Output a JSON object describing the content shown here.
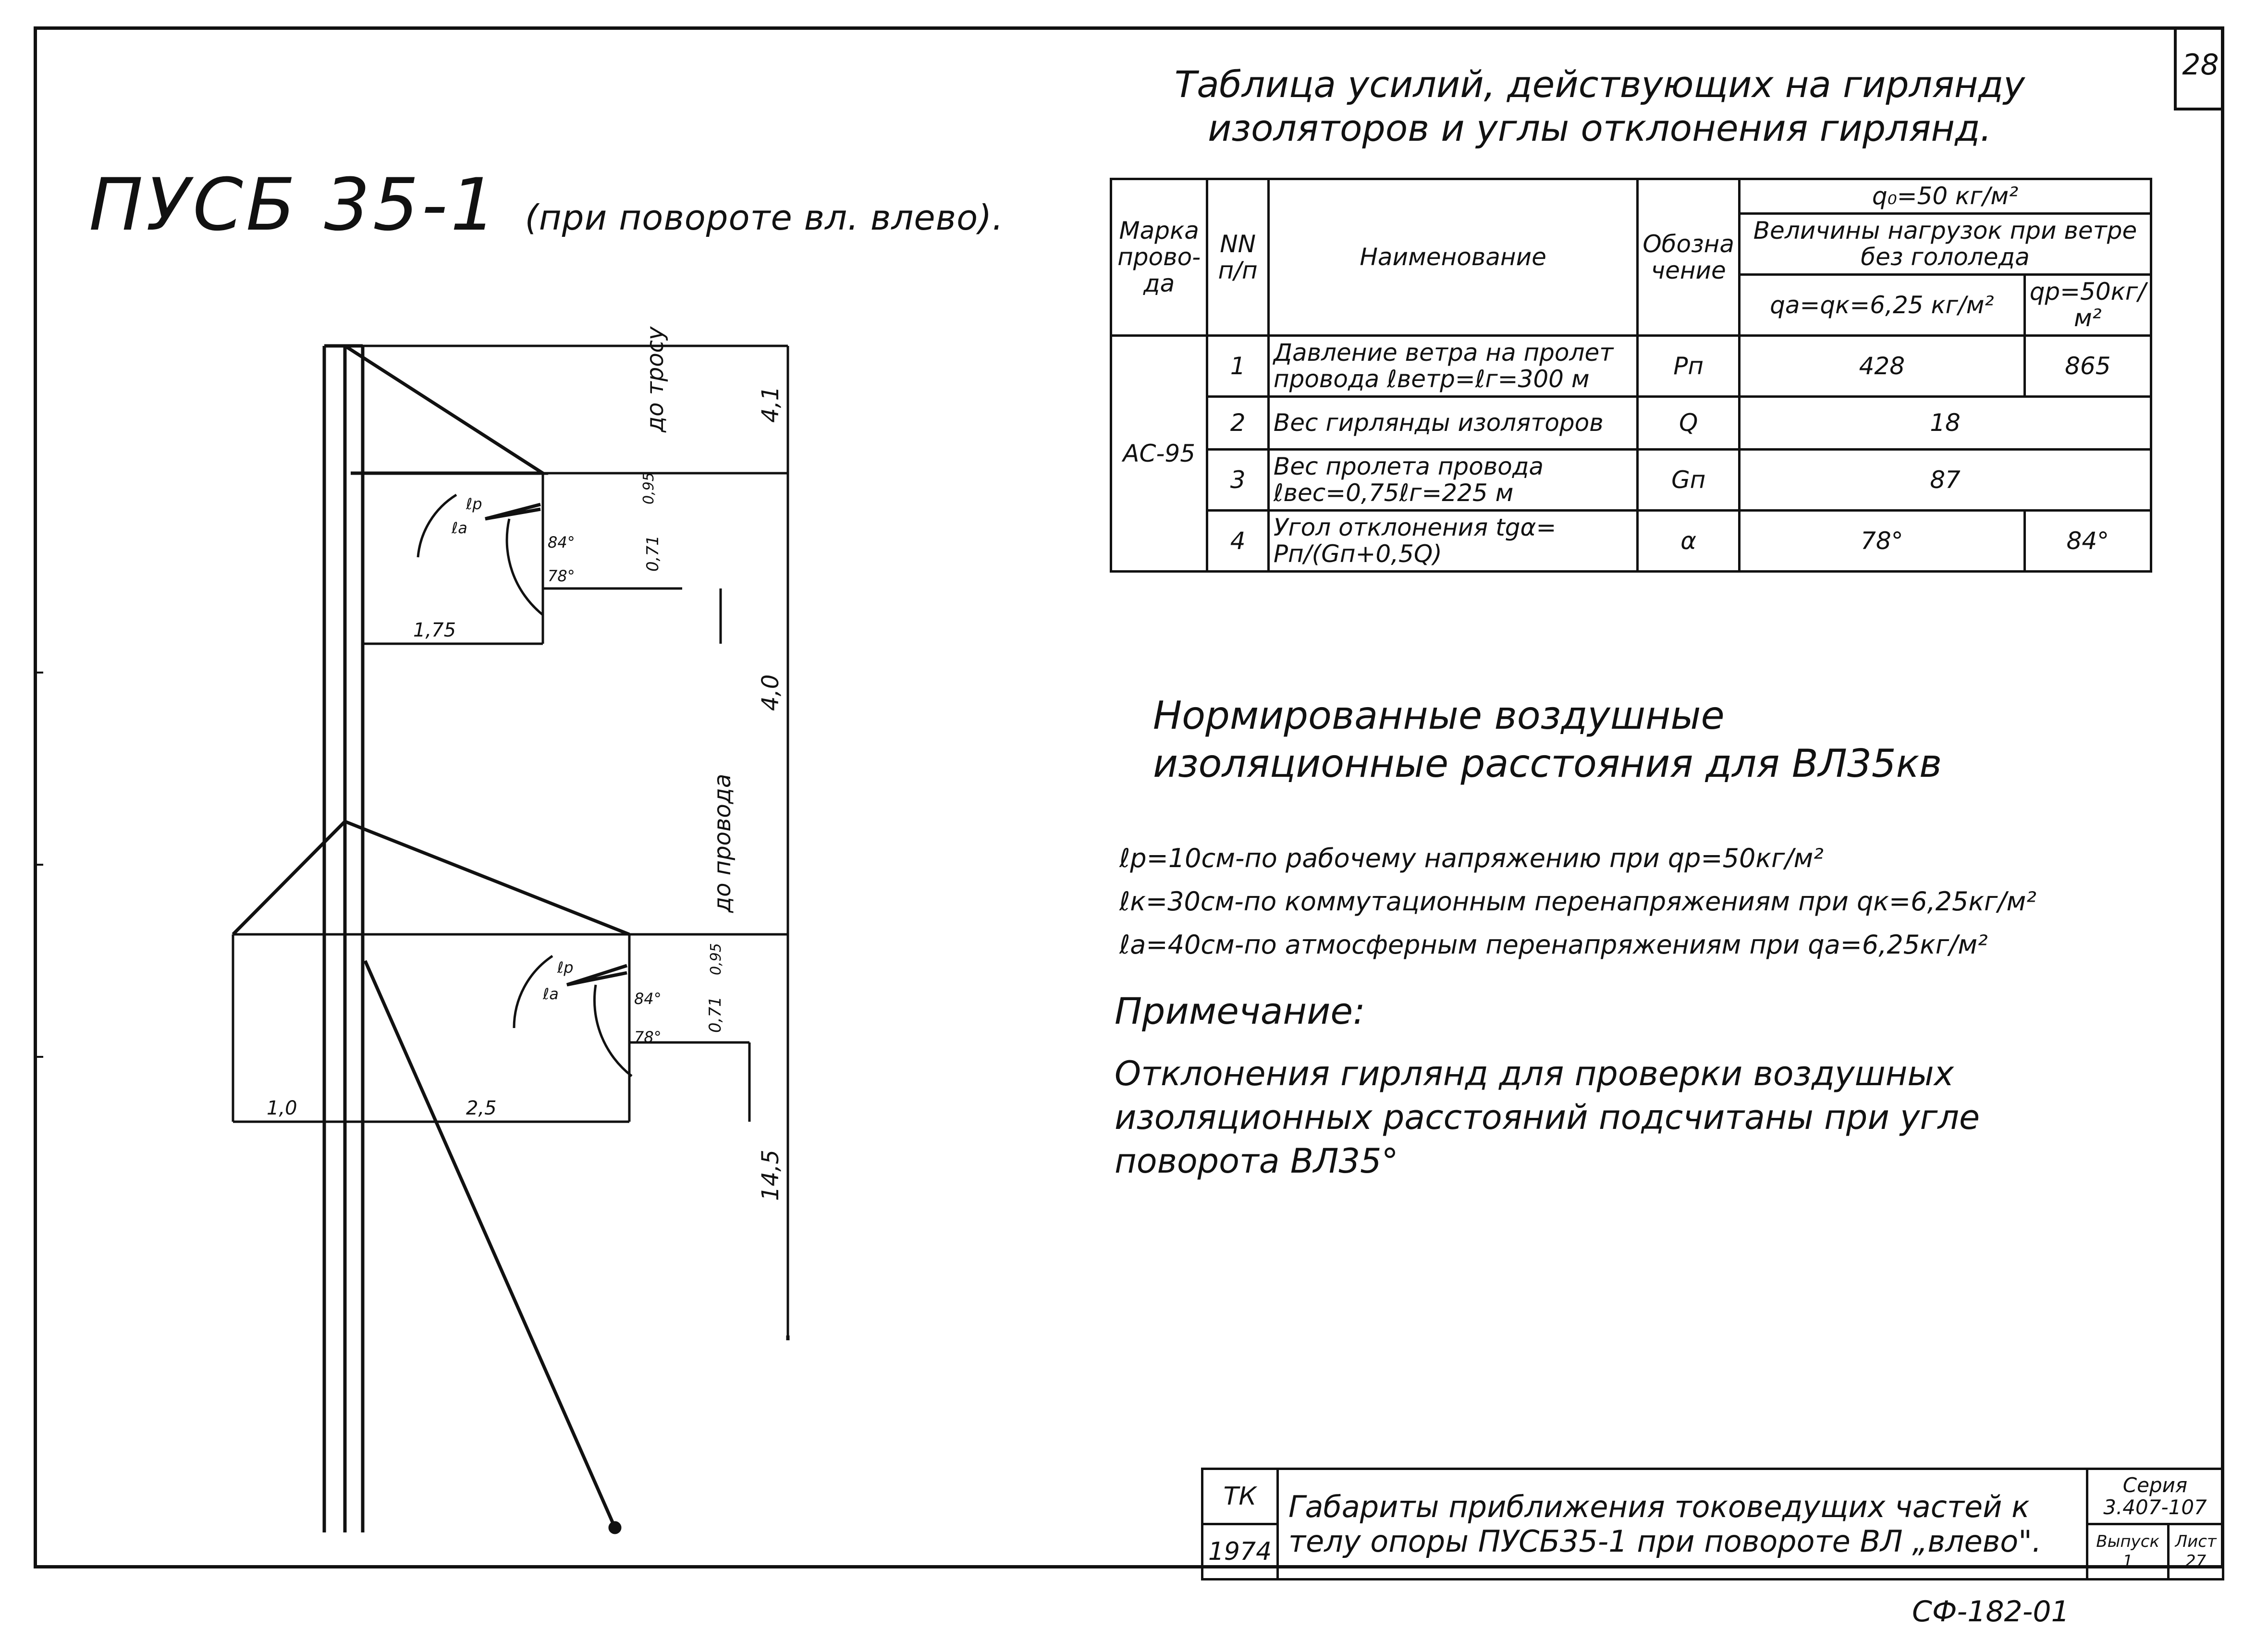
{
  "sheet_number": "28",
  "title": {
    "main": "ПУСБ 35-1",
    "sub": "(при повороте вл. влево)."
  },
  "table_title": "Таблица усилий, действующих на гирлянду изоляторов и углы отклонения гирлянд.",
  "table": {
    "head_marka": "Марка прово-да",
    "head_nn": "NN п/п",
    "head_name": "Наименование",
    "head_oboz": "Обозна чение",
    "head_q0": "q₀=50 кг/м²",
    "head_loads": "Величины нагрузок при ветре без гололеда",
    "head_col1": "qa=qк=6,25 кг/м²",
    "head_col2": "qp=50кг/м²",
    "wire": "АС-95",
    "rows": [
      {
        "n": "1",
        "name": "Давление ветра на пролет провода ℓветр=ℓг=300 м",
        "sym": "Pп",
        "v1": "428",
        "v2": "865"
      },
      {
        "n": "2",
        "name": "Вес гирлянды изоляторов",
        "sym": "Q",
        "v": "18"
      },
      {
        "n": "3",
        "name": "Вес пролета провода ℓвес=0,75ℓг=225 м",
        "sym": "Gп",
        "v": "87"
      },
      {
        "n": "4",
        "name": "Угол отклонения tgα= Pп/(Gп+0,5Q)",
        "sym": "α",
        "v1": "78°",
        "v2": "84°"
      }
    ]
  },
  "norm": {
    "title": "Нормированные воздушные изоляционные расстояния для ВЛ35кв",
    "lines": [
      "ℓр=10см-по рабочему напряжению при qp=50кг/м²",
      "ℓк=30см-по коммутационным перенапряжениям при qк=6,25кг/м²",
      "ℓа=40см-по атмосферным перенапряжениям при qа=6,25кг/м²"
    ]
  },
  "note": {
    "heading": "Примечание:",
    "text": "Отклонения гирлянд для проверки воздушных изоляционных расстояний подсчитаны при угле поворота ВЛ35°"
  },
  "drawing": {
    "label_tros": "до тросу",
    "label_wire": "до провода",
    "dim_top": "4,1",
    "dim_mid": "4,0",
    "dim_bot": "14,5",
    "dim_071_a": "0,71",
    "dim_071_b": "0,71",
    "dim_095_a": "0,95",
    "dim_095_b": "0,95",
    "dim_175": "1,75",
    "dim_10": "1,0",
    "dim_25": "2,5",
    "ang84_a": "84°",
    "ang78_a": "78°",
    "ang84_b": "84°",
    "ang78_b": "78°",
    "lp": "ℓр",
    "la": "ℓа"
  },
  "title_block": {
    "org": "ТК",
    "year": "1974",
    "description": "Габариты приближения токоведущих частей к телу опоры ПУСБ35-1 при повороте ВЛ „влево\".",
    "seria_label": "Серия",
    "seria": "3.407-107",
    "vypusk_label": "Выпуск",
    "vypusk": "1",
    "list_label": "Лист",
    "list": "27"
  },
  "stamp": "СФ-182-01"
}
